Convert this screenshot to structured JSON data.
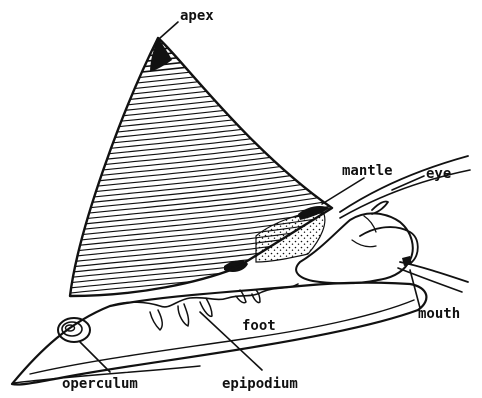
{
  "labels": {
    "apex": "apex",
    "mantle": "mantle",
    "eye": "eye",
    "mouth": "mouth",
    "foot": "foot",
    "operculum": "operculum",
    "epipodium": "epipodium"
  },
  "colors": {
    "ink": "#111111",
    "paper": "#ffffff"
  }
}
